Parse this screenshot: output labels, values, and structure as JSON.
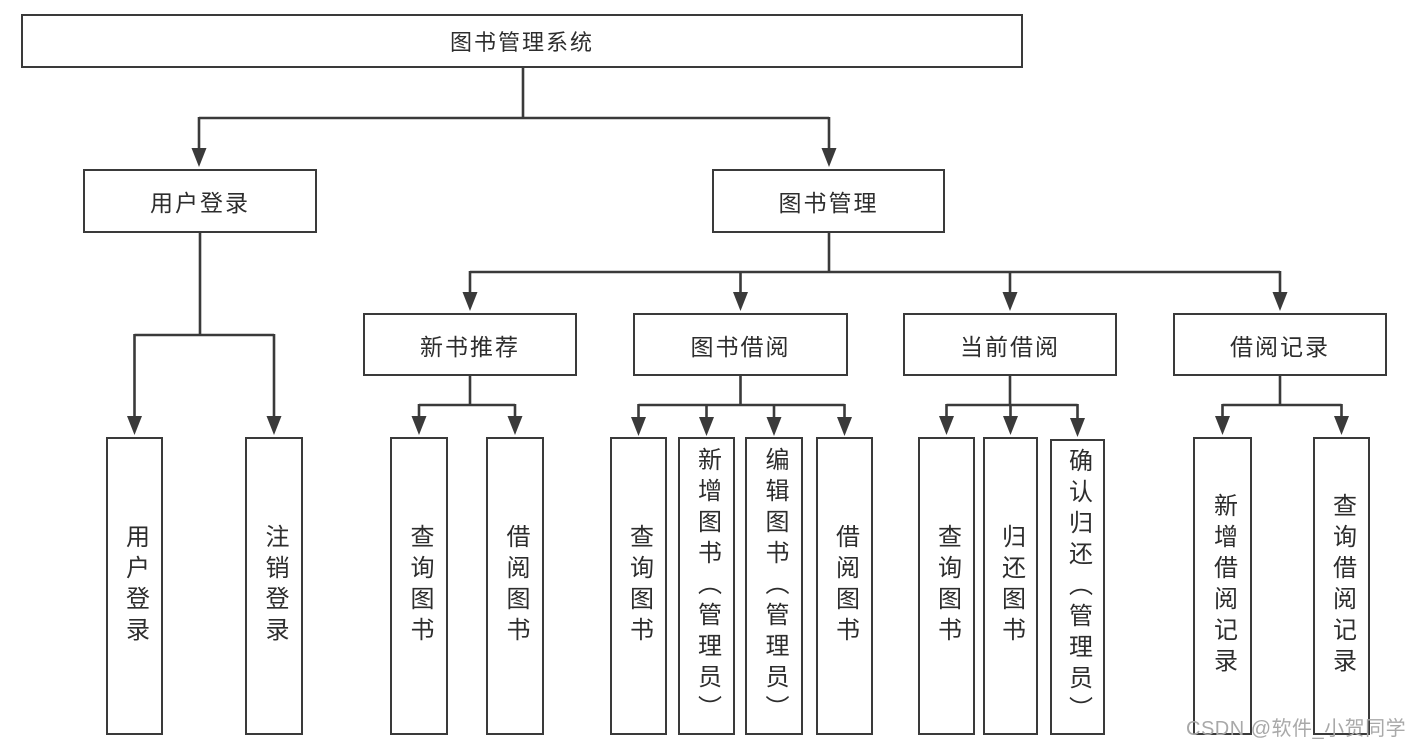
{
  "diagram": {
    "title": "图书管理系统",
    "level2": [
      {
        "label": "用户登录"
      },
      {
        "label": "图书管理"
      }
    ],
    "level3": [
      {
        "label": "新书推荐"
      },
      {
        "label": "图书借阅"
      },
      {
        "label": "当前借阅"
      },
      {
        "label": "借阅记录"
      }
    ],
    "leaves": {
      "user_login": [
        {
          "label": "用户登录"
        },
        {
          "label": "注销登录"
        }
      ],
      "new_book_recommend": [
        {
          "label": "查询图书"
        },
        {
          "label": "借阅图书"
        }
      ],
      "book_borrow": [
        {
          "label": "查询图书"
        },
        {
          "label": "新增图书（管理员）"
        },
        {
          "label": "编辑图书（管理员）"
        },
        {
          "label": "借阅图书"
        }
      ],
      "current_borrow": [
        {
          "label": "查询图书"
        },
        {
          "label": "归还图书"
        },
        {
          "label": "确认归还（管理员）"
        }
      ],
      "borrow_record": [
        {
          "label": "新增借阅记录"
        },
        {
          "label": "查询借阅记录"
        }
      ]
    },
    "watermark": "CSDN @软件_小贺同学",
    "colors": {
      "line": "#3a3a3a",
      "text": "#2d2d2d",
      "watermark": "#a9a9a9",
      "background": "#ffffff"
    }
  }
}
